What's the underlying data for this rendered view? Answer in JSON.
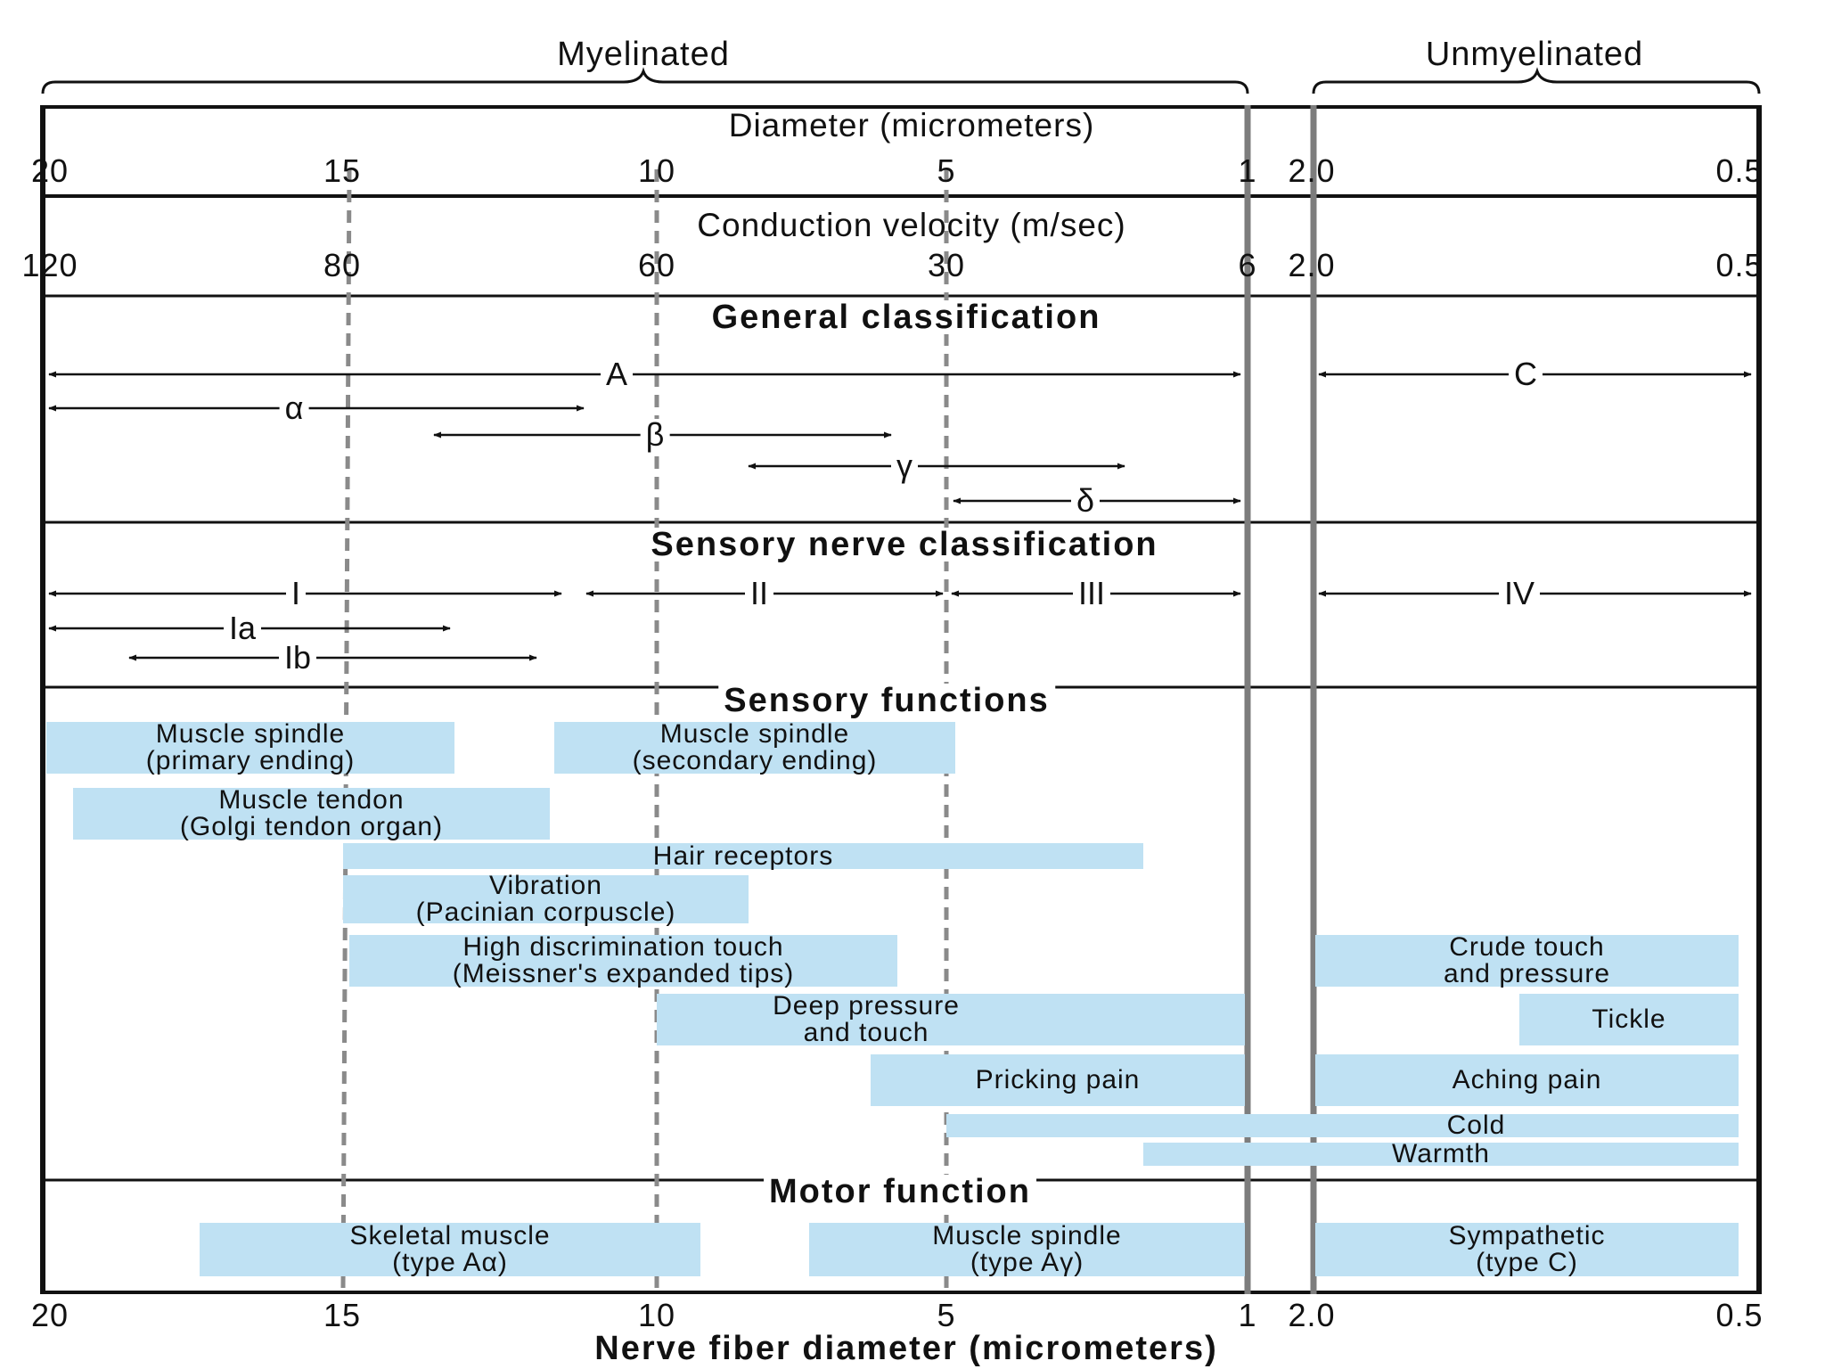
{
  "header": {
    "myelinated": "Myelinated",
    "unmyelinated": "Unmyelinated",
    "diameter_title": "Diameter (micrometers)",
    "diameter_ticks": [
      "20",
      "15",
      "10",
      "5",
      "1",
      "2.0",
      "0.5"
    ],
    "velocity_title": "Conduction velocity (m/sec)",
    "velocity_ticks": [
      "120",
      "80",
      "60",
      "30",
      "6",
      "2.0",
      "0.5"
    ]
  },
  "sections": {
    "general": "General classification",
    "sensory_nerve": "Sensory nerve classification",
    "sensory_functions": "Sensory functions",
    "motor": "Motor function"
  },
  "general_classes": {
    "A": "A",
    "alpha": "α",
    "beta": "β",
    "gamma": "γ",
    "delta": "δ",
    "C": "C"
  },
  "sensory_classes": {
    "I": "I",
    "Ia": "Ia",
    "Ib": "Ib",
    "II": "II",
    "III": "III",
    "IV": "IV"
  },
  "sensory_functions": {
    "spindle_primary": "Muscle spindle\n(primary ending)",
    "spindle_secondary": "Muscle spindle\n(secondary ending)",
    "tendon": "Muscle tendon\n(Golgi tendon organ)",
    "hair": "Hair receptors",
    "vibration": "Vibration\n(Pacinian corpuscle)",
    "high_touch": "High discrimination touch\n(Meissner's expanded tips)",
    "crude_touch": "Crude touch\nand pressure",
    "deep_pressure": "Deep pressure\nand touch",
    "tickle": "Tickle",
    "pricking_pain": "Pricking pain",
    "aching_pain": "Aching pain",
    "cold": "Cold",
    "warmth": "Warmth"
  },
  "motor_functions": {
    "skeletal": "Skeletal muscle\n(type Aα)",
    "spindle_gamma": "Muscle spindle\n(type Aγ)",
    "sympathetic": "Sympathetic\n(type C)"
  },
  "footer": {
    "ticks": [
      "20",
      "15",
      "10",
      "5",
      "1",
      "2.0",
      "0.5"
    ],
    "axis_label": "Nerve fiber diameter (micrometers)"
  },
  "colors": {
    "box_fill": "#bfe1f3",
    "line": "#111111",
    "divider": "#7d7d7d",
    "dash": "#8a8a8a"
  }
}
